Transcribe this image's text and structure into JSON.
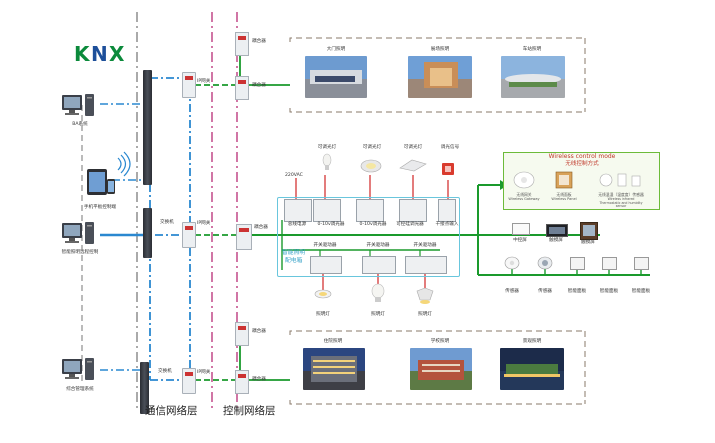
{
  "logo": {
    "text": "KNX",
    "colors": [
      "#0b8a3b",
      "#1d4f9a"
    ]
  },
  "layers": {
    "communication": "通信网络层",
    "control": "控制网络层"
  },
  "left_devices": {
    "ba": "BA系统",
    "mobile": "手机平板控制端",
    "smart_lighting_pc": "智能照明远程控制",
    "integrated_mgmt": "综合管理系统"
  },
  "network_nodes": {
    "switch_mid": "交换机",
    "switch_bottom": "交换机",
    "ip_gateway_top": "IP网关",
    "ip_gateway_mid": "IP网关",
    "ip_gateway_bottom": "IP网关",
    "coupler_top_a": "耦合器",
    "coupler_top_b": "耦合器",
    "coupler_mid": "耦合器",
    "coupler_bottom_a": "耦合器",
    "coupler_bottom_b": "耦合器"
  },
  "top_scenes": [
    "大门照明",
    "展场照明",
    "车站照明"
  ],
  "bottom_scenes": [
    "住院照明",
    "学校照明",
    "景观照明"
  ],
  "lights_top": [
    "可调光灯",
    "可调光灯",
    "可调光灯",
    "调光信号"
  ],
  "power_label": "220VAC",
  "modules_row1": [
    "总线电源",
    "0-10v调光器",
    "0-10v调光器",
    "可控硅调光器",
    "干接点输入"
  ],
  "modules_row2": [
    "开关驱动器",
    "开关驱动器",
    "开关驱动器"
  ],
  "cabinet_label": [
    "智能照明",
    "配电箱"
  ],
  "lights_bottom": [
    "照明灯",
    "照明灯",
    "照明灯"
  ],
  "wireless": {
    "title_en": "Wireless control mode",
    "title_cn": "无线控制方式",
    "items": [
      {
        "cn": "无线网关",
        "en": "Wireless Gateway"
      },
      {
        "cn": "无线面板",
        "en": "Wireless Panel"
      },
      {
        "cn": "无线温湿（温度度）传感器",
        "en": "Wireless infrared Thermostatic and humidity sensor"
      }
    ]
  },
  "panels_row1": [
    "中控屏",
    "触摸屏",
    "触摸屏"
  ],
  "panels_row2": [
    "传感器",
    "传感器",
    "智能面板",
    "智能面板",
    "智能面板"
  ]
}
